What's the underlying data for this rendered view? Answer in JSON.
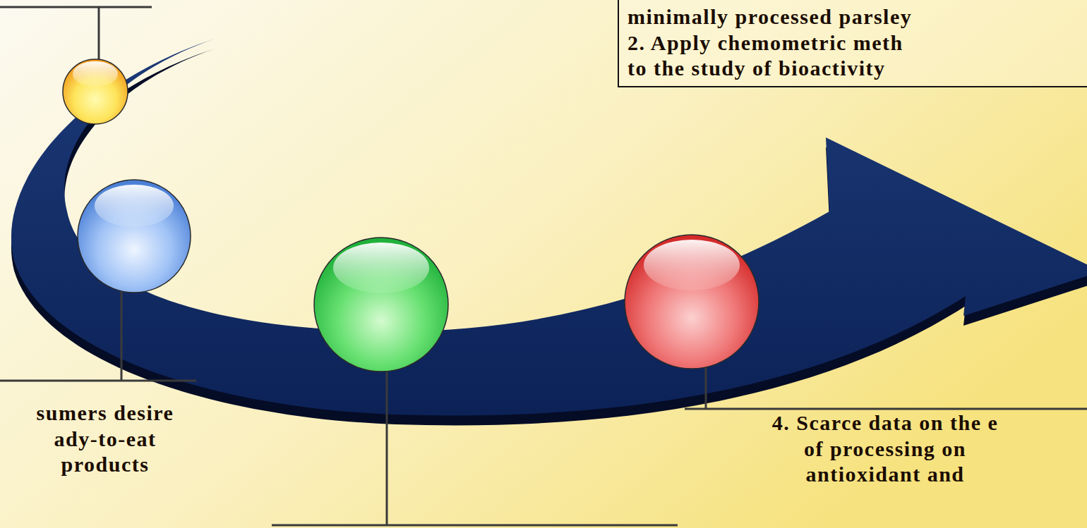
{
  "diagram": {
    "nodes": [
      {
        "text": [
          "minimally processed parsley",
          "2. Apply chemometric meth to the study of bioactivity"
        ]
      }
    ],
    "labels": [
      "sumers desire ady-to-eat products",
      "4. Scarce data on the e of processing on antioxidant and"
    ]
  }
}
